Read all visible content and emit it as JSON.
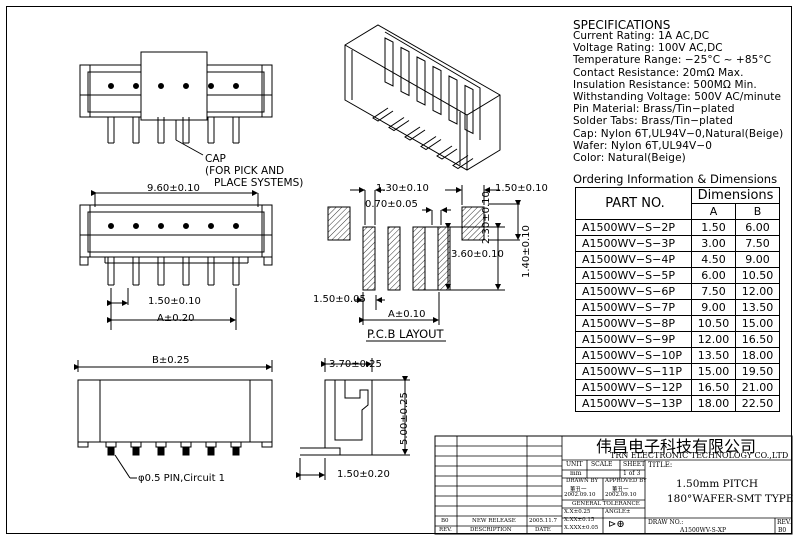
{
  "specifications": {
    "title": "SPECIFICATIONS",
    "lines": [
      "Current Rating: 1A AC,DC",
      "Voltage Rating: 100V AC,DC",
      "Temperature Range: −25°C ~ +85°C",
      "Contact Resistance: 20mΩ Max.",
      "Insulation Resistance: 500MΩ Min.",
      "Withstanding Voltage: 500V AC/minute",
      "Pin Material: Brass/Tin−plated",
      "Solder Tabs: Brass/Tin−plated",
      "Cap: Nylon 6T,UL94V−0,Natural(Beige)",
      "Wafer: Nylon 6T,UL94V−0",
      "Color: Natural(Beige)"
    ]
  },
  "ordering": {
    "title": "Ordering Information & Dimensions",
    "part_header": "PART NO.",
    "dims_header": "Dimensions",
    "col_a": "A",
    "col_b": "B",
    "rows": [
      {
        "part": "A1500WV−S−2P",
        "a": "1.50",
        "b": "6.00"
      },
      {
        "part": "A1500WV−S−3P",
        "a": "3.00",
        "b": "7.50"
      },
      {
        "part": "A1500WV−S−4P",
        "a": "4.50",
        "b": "9.00"
      },
      {
        "part": "A1500WV−S−5P",
        "a": "6.00",
        "b": "10.50"
      },
      {
        "part": "A1500WV−S−6P",
        "a": "7.50",
        "b": "12.00"
      },
      {
        "part": "A1500WV−S−7P",
        "a": "9.00",
        "b": "13.50"
      },
      {
        "part": "A1500WV−S−8P",
        "a": "10.50",
        "b": "15.00"
      },
      {
        "part": "A1500WV−S−9P",
        "a": "12.00",
        "b": "16.50"
      },
      {
        "part": "A1500WV−S−10P",
        "a": "13.50",
        "b": "18.00"
      },
      {
        "part": "A1500WV−S−11P",
        "a": "15.00",
        "b": "19.50"
      },
      {
        "part": "A1500WV−S−12P",
        "a": "16.50",
        "b": "21.00"
      },
      {
        "part": "A1500WV−S−13P",
        "a": "18.00",
        "b": "22.50"
      }
    ]
  },
  "labels": {
    "cap": "CAP",
    "cap_note1": "(FOR PICK AND",
    "cap_note2": "PLACE SYSTEMS)",
    "dim_960": "9.60±0.10",
    "dim_150_pitch": "1.50±0.10",
    "dim_a": "A±0.20",
    "dim_130": "1.30±0.10",
    "dim_150_r": "1.50±0.10",
    "dim_070": "0.70±0.05",
    "dim_360": "3.60±0.10",
    "dim_230": "2.30±0.10",
    "dim_140": "1.40±0.10",
    "dim_150_pcb": "1.50±0.05",
    "dim_a_pcb": "A±0.10",
    "pcb_layout": "P.C.B LAYOUT",
    "dim_b": "B±0.25",
    "pin_note": "φ0.5 PIN,Circuit 1",
    "dim_370": "3.70±0.25",
    "dim_500": "5.00±0.25",
    "dim_150_side": "1.50±0.20"
  },
  "title_block": {
    "company_cn": "伟昌电子科技有限公司",
    "company_en": "TRN ELECTRONIC TECHNOLOGY CO.,LTD",
    "unit_label": "UNIT",
    "unit_val": "mm",
    "scale_label": "SCALE",
    "scale_val": "",
    "sheet_label": "SHEET",
    "sheet_val": "1 of 3",
    "title_label": "TITLE:",
    "title_line1": "1.50mm PITCH",
    "title_line2": "180°WAFER-SMT TYPE",
    "drawn_by": "DRAWN BY",
    "drawn_name": "董丑一",
    "drawn_date": "2002.09.10",
    "approved_by": "APPROVED BY",
    "approved_name": "董丑一",
    "approved_date": "2002.09.10",
    "tol_title": "GENERAL TOLERANCE",
    "tol1": "X.X±0.25",
    "tol2": "X.XX±0.15",
    "tol3": "X.XXX±0.05",
    "angle": "ANGLE±",
    "dwg_label": "DRAW NO.:",
    "dwg_no": "A1500WV-S-XP",
    "rev_label": "REV.",
    "rev_val": "B0",
    "rev_row_rev": "B0",
    "rev_row_desc": "NEW RELEASE",
    "rev_row_date": "2005.11.7",
    "rev_hdr_rev": "REV.",
    "rev_hdr_desc": "DESCRIPTION",
    "rev_hdr_date": "DATE"
  }
}
